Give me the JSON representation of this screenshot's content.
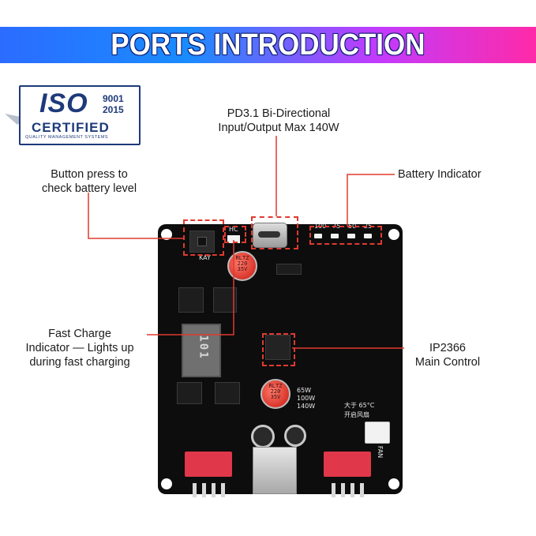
{
  "banner": {
    "title": "PORTS INTRODUCTION"
  },
  "iso_logo": {
    "iso": "ISO",
    "num1": "9001",
    "num2": "2015",
    "certified": "CERTIFIED",
    "qms": "QUALITY MANAGEMENT SYSTEMS"
  },
  "callouts": {
    "pd": {
      "line1": "PD3.1 Bi-Directional",
      "line2": "Input/Output Max 140W"
    },
    "button": {
      "line1": "Button press to",
      "line2": "check battery level"
    },
    "battery": {
      "line1": "Battery Indicator"
    },
    "fast_charge": {
      "line1": "Fast Charge",
      "line2": "Indicator — Lights up",
      "line3": "during fast charging"
    },
    "ip2366": {
      "line1": "IP2366",
      "line2": "Main Control"
    }
  },
  "board": {
    "silk_hc": "HC",
    "silk_kay": "KAY",
    "led_labels": [
      "100",
      "75",
      "50",
      "25"
    ],
    "cap_label_top": [
      "RLTZ",
      "220",
      "35V"
    ],
    "cap_label_bottom": [
      "RLTZ",
      "220",
      "35V"
    ],
    "inductor_label": "101",
    "power_silk": [
      "65W",
      "100W",
      "140W"
    ],
    "temp_silk": [
      "大于 65°C",
      "开启风扇"
    ],
    "fan_label": "FAN"
  },
  "colors": {
    "callout_line": "#e03a2f",
    "board": "#0d0d0d",
    "accent": "#1d3a7a"
  }
}
